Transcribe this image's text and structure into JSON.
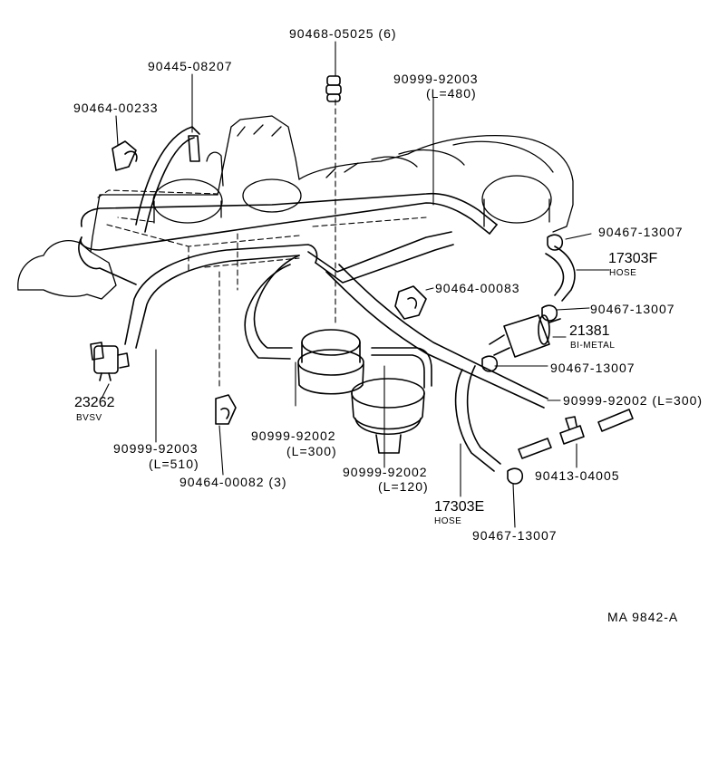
{
  "colors": {
    "ink": "#000000",
    "paper": "#ffffff"
  },
  "labels": {
    "p90468": "90468-05025 (6)",
    "p90445": "90445-08207",
    "p90464_233": "90464-00233",
    "p90999_480_code": "90999-92003",
    "p90999_480_len": "(L=480)",
    "p90467_a": "90467-13007",
    "p17303f_code": "17303F",
    "p17303f_name": "HOSE",
    "p90467_b": "90467-13007",
    "p90464_83": "90464-00083",
    "p21381_code": "21381",
    "p21381_name": "BI-METAL",
    "p90467_c": "90467-13007",
    "p90999_300b": "90999-92002 (L=300)",
    "p23262_code": "23262",
    "p23262_name": "BVSV",
    "p90999_510_code": "90999-92003",
    "p90999_510_len": "(L=510)",
    "p90464_82": "90464-00082 (3)",
    "p90999_300a_code": "90999-92002",
    "p90999_300a_len": "(L=300)",
    "p90999_120_code": "90999-92002",
    "p90999_120_len": "(L=120)",
    "p90413": "90413-04005",
    "p17303e_code": "17303E",
    "p17303e_name": "HOSE",
    "p90467_d": "90467-13007",
    "figure_code": "MA  9842-A"
  }
}
